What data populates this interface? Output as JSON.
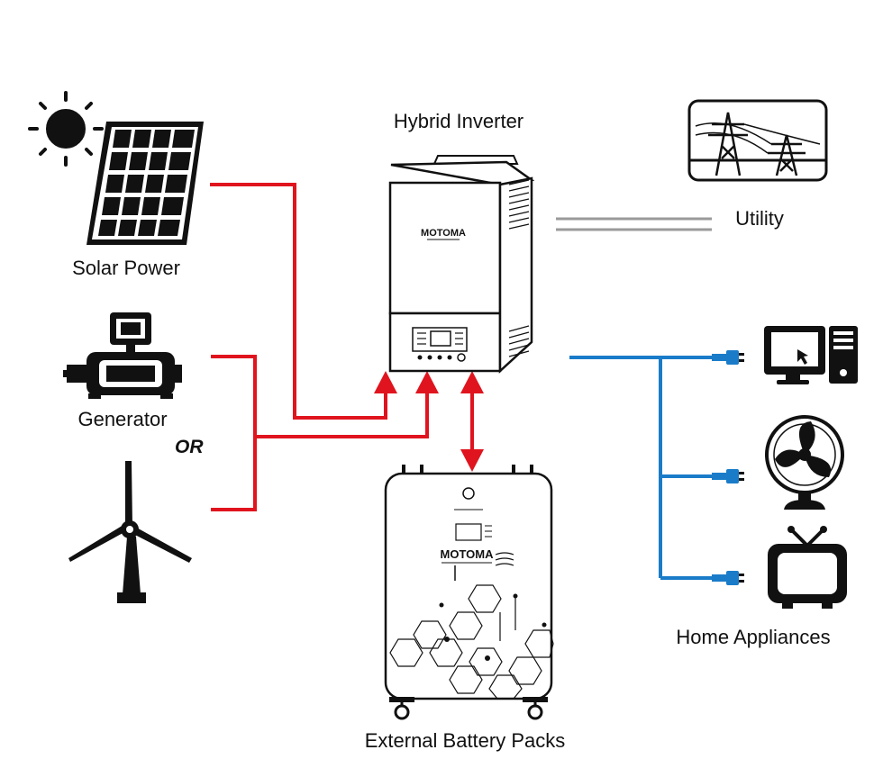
{
  "labels": {
    "solar": "Solar Power",
    "generator": "Generator",
    "or": "OR",
    "inverter": "Hybrid Inverter",
    "utility": "Utility",
    "battery": "External Battery Packs",
    "appliances": "Home Appliances"
  },
  "brand": {
    "inverter": "MOTOMA",
    "battery": "MOTOMA"
  },
  "icons": {
    "sun": "sun-icon",
    "solar_panel": "solar-panel-icon",
    "generator": "generator-icon",
    "wind": "wind-turbine-icon",
    "inverter": "hybrid-inverter-icon",
    "utility": "power-pylon-icon",
    "battery": "battery-pack-icon",
    "computer": "computer-icon",
    "fan": "fan-icon",
    "tv": "tv-icon",
    "plug": "plug-icon"
  },
  "colors": {
    "input_lines": "#e0141e",
    "output_lines": "#1a7cc9",
    "utility_lines": "#9a9a9a"
  }
}
